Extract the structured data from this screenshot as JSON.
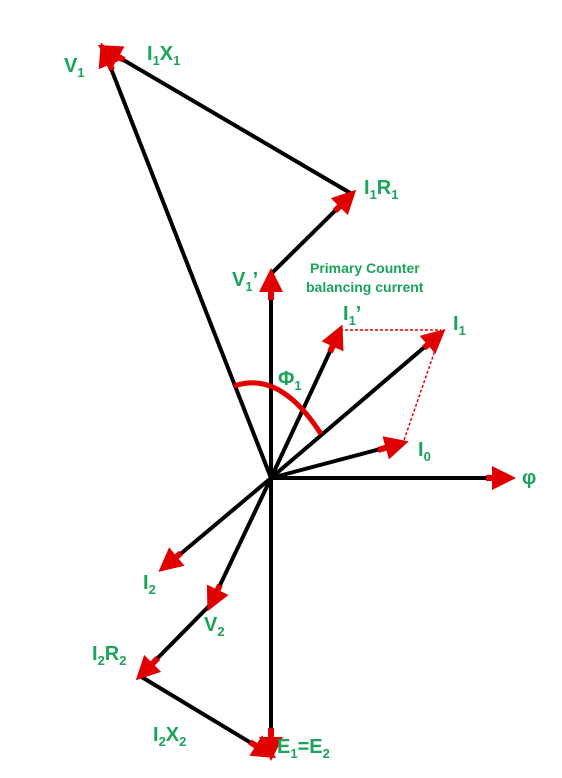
{
  "diagram": {
    "note_line1": "Primary Counter",
    "note_line2": "balancing current",
    "labels": {
      "V1": {
        "main": "V",
        "sub": "1"
      },
      "I1X1": {
        "a": "I",
        "s1": "1",
        "b": "X",
        "s2": "1"
      },
      "I1R1": {
        "a": "I",
        "s1": "1",
        "b": "R",
        "s2": "1"
      },
      "V1p": {
        "main": "V",
        "sub": "1",
        "prime": "’"
      },
      "I1p": {
        "main": "I",
        "sub": "1",
        "prime": "’"
      },
      "I1": {
        "main": "I",
        "sub": "1"
      },
      "Phi1": {
        "main": "Φ",
        "sub": "1"
      },
      "I0": {
        "main": "I",
        "sub": "0"
      },
      "phi": "φ",
      "I2": {
        "main": "I",
        "sub": "2"
      },
      "V2": {
        "main": "V",
        "sub": "2"
      },
      "I2R2": {
        "a": "I",
        "s1": "2",
        "b": "R",
        "s2": "2"
      },
      "I2X2": {
        "a": "I",
        "s1": "2",
        "b": "X",
        "s2": "2"
      },
      "E1E2": {
        "a": "E",
        "s1": "1",
        "mid": "=E",
        "s2": "2"
      }
    }
  }
}
